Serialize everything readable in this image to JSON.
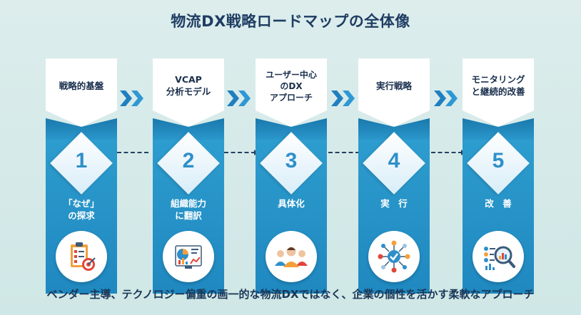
{
  "title": "物流DX戦略ロードマップの全体像",
  "footer": "ベンダー主導、テクノロジー偏重の画一的な物流DXではなく、企業の個性を活かす柔軟なアプローチ",
  "colors": {
    "ribbon": "#2f9fd0",
    "ribbon_dark": "#1a78ab",
    "chevron": "#1f7fc0",
    "number": "#2f8fc9"
  },
  "steps": [
    {
      "number": "1",
      "header": "戦略的基盤",
      "sub": "「なぜ」\nの探求",
      "icon": "clipboard-target-icon"
    },
    {
      "number": "2",
      "header": "VCAP\n分析モデル",
      "sub": "組織能力\nに翻訳",
      "icon": "analytics-chart-icon"
    },
    {
      "number": "3",
      "header": "ユーザー中心\nのDX\nアプローチ",
      "sub": "具体化",
      "icon": "users-group-icon"
    },
    {
      "number": "4",
      "header": "実行戦略",
      "sub": "実　行",
      "icon": "network-check-icon"
    },
    {
      "number": "5",
      "header": "モニタリング\nと継続的改善",
      "sub": "改　善",
      "icon": "magnifier-data-icon"
    }
  ]
}
